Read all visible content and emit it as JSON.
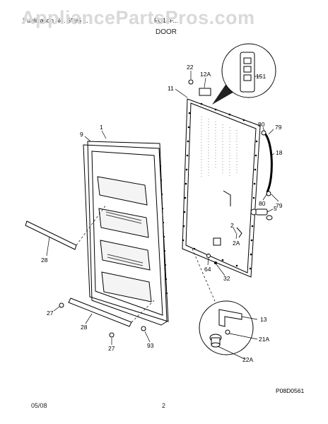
{
  "watermark": "AppliancePartsPros.com",
  "header": {
    "left_text": "Publication No. 5995 ...",
    "model_text": "FU14F...",
    "section": "DOOR"
  },
  "callouts": {
    "c22": "22",
    "c12A": "12A",
    "c11": "11",
    "c151": "151",
    "c1": "1",
    "c9": "9",
    "c80a": "80",
    "c79a": "79",
    "c18": "18",
    "c79b": "79",
    "c80b": "80",
    "c5": "5",
    "c2": "2",
    "c2A": "2A",
    "c64": "64",
    "c32": "32",
    "c28a": "28",
    "c27a": "27",
    "c28b": "28",
    "c27b": "27",
    "c93": "93",
    "c13": "13",
    "c21A": "21A",
    "c22A": "22A"
  },
  "diagram_code": "P08D0561",
  "footer": {
    "date": "05/08",
    "page": "2"
  }
}
